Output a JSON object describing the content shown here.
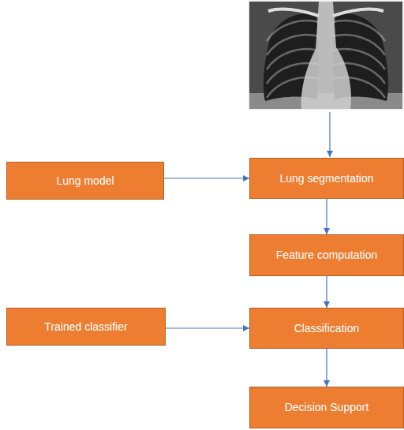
{
  "diagram": {
    "nodes": [
      {
        "text": [
          "Lung model"
        ]
      },
      {
        "text": [
          "Lung segmentation"
        ]
      },
      {
        "text": [
          "Feature computation"
        ]
      },
      {
        "text": [
          "Trained classifier"
        ]
      },
      {
        "text": [
          "Classification"
        ]
      },
      {
        "text": [
          "Decision Support"
        ]
      }
    ],
    "edges": [
      {
        "from": 0,
        "to": 1,
        "arrow": "to"
      },
      {
        "from": 1,
        "to": 2,
        "arrow": "to"
      },
      {
        "from": 2,
        "to": 4,
        "arrow": "to"
      },
      {
        "from": 3,
        "to": 4,
        "arrow": "to"
      },
      {
        "from": 4,
        "to": 5,
        "arrow": "to"
      }
    ]
  }
}
